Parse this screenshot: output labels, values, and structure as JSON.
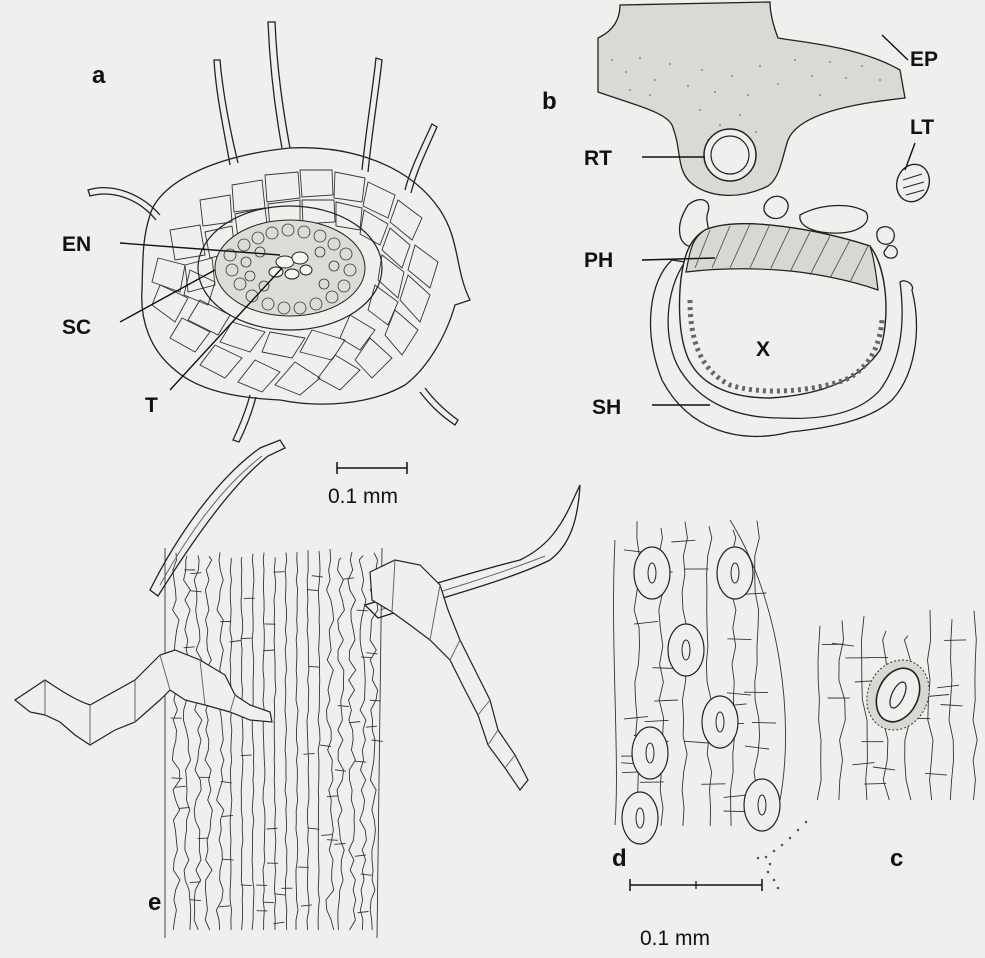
{
  "figure": {
    "panels": {
      "a": {
        "letter": "a",
        "labels": {
          "en": "EN",
          "sc": "SC",
          "t": "T"
        }
      },
      "b": {
        "letter": "b",
        "labels": {
          "ep": "EP",
          "rt": "RT",
          "lt": "LT",
          "ph": "PH",
          "x": "X",
          "sh": "SH"
        }
      },
      "c": {
        "letter": "c"
      },
      "d": {
        "letter": "d"
      },
      "e": {
        "letter": "e"
      }
    },
    "scale_bars": {
      "upper": {
        "label": "0.1 mm"
      },
      "lower": {
        "label": "0.1 mm"
      }
    }
  }
}
